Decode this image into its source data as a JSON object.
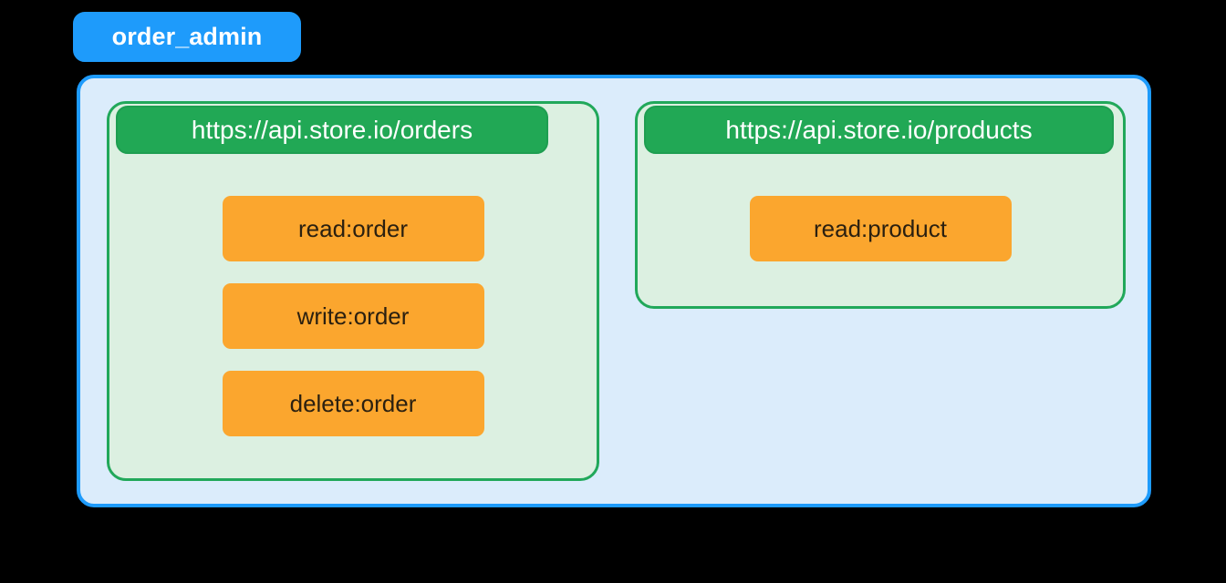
{
  "client": {
    "name": "order_admin",
    "badge_color": "#1E9BFB",
    "container_fill": "#DBECFB"
  },
  "audiences": [
    {
      "name": "https://api.store.io/orders",
      "badge_color": "#21A855",
      "panel_fill": "#DCF0E1",
      "scopes": [
        {
          "name": "read:order",
          "color": "#FBA62E"
        },
        {
          "name": "write:order",
          "color": "#FBA62E"
        },
        {
          "name": "delete:order",
          "color": "#FBA62E"
        }
      ]
    },
    {
      "name": "https://api.store.io/products",
      "badge_color": "#21A855",
      "panel_fill": "#DCF0E1",
      "scopes": [
        {
          "name": "read:product",
          "color": "#FBA62E"
        }
      ]
    }
  ]
}
